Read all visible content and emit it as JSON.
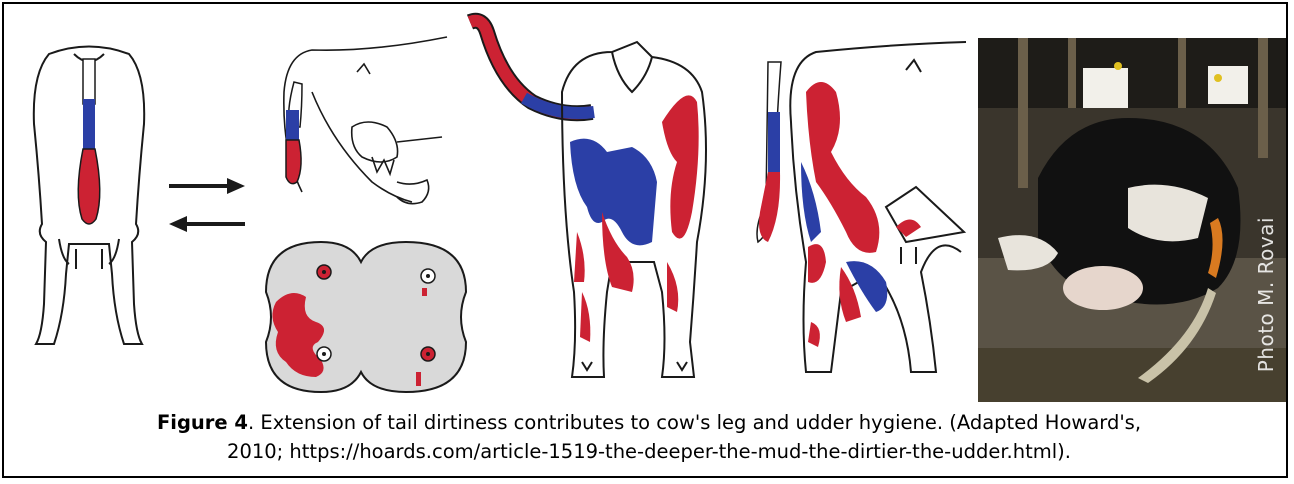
{
  "figure": {
    "label": "Figure 4",
    "caption_line1": ". Extension of tail dirtiness contributes to cow's leg and udder hygiene. (Adapted Howard's,",
    "caption_line2": "2010; https://hoards.com/article-1519-the-deeper-the-mud-the-dirtier-the-udder.html)."
  },
  "photo": {
    "credit": "Photo M. Rovai"
  },
  "colors": {
    "dirt_red": "#cc2233",
    "dirt_blue": "#2b3fa6",
    "outline": "#1a1a1a",
    "udder_bg": "#d9d9d9"
  },
  "icons": [
    "arrow-right-icon",
    "arrow-left-icon"
  ]
}
